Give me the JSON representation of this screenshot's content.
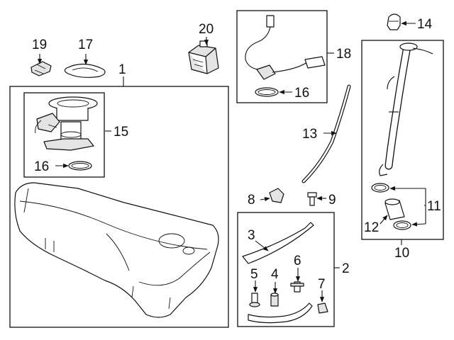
{
  "diagram": {
    "callouts": {
      "c1": "1",
      "c2": "2",
      "c3": "3",
      "c4": "4",
      "c5": "5",
      "c6": "6",
      "c7": "7",
      "c8": "8",
      "c9": "9",
      "c10": "10",
      "c11": "11",
      "c12": "12",
      "c13": "13",
      "c14": "14",
      "c15": "15",
      "c16a": "16",
      "c16b": "16",
      "c17": "17",
      "c18": "18",
      "c19": "19",
      "c20": "20"
    }
  }
}
